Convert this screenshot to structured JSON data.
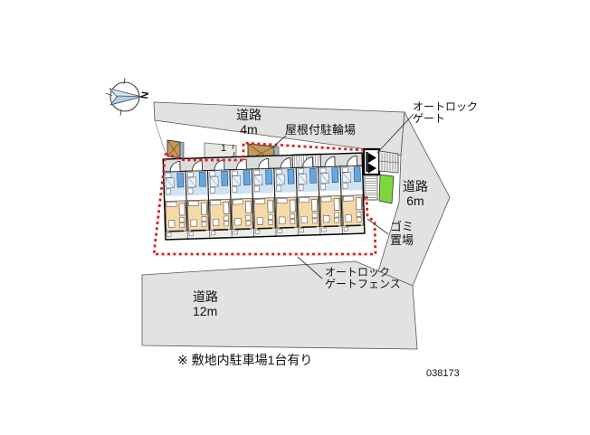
{
  "page": {
    "code": "038173",
    "note": "※ 敷地内駐車場1台有り"
  },
  "compass": {
    "north_label": "N"
  },
  "roads": {
    "top": {
      "label": "道路\n4m"
    },
    "right": {
      "label": "道路\n6m"
    },
    "bottom": {
      "label": "道路\n12m"
    }
  },
  "labels": {
    "bike_shelter": "屋根付駐輪場",
    "autolock_gate": "オートロック\nゲート",
    "trash_area": "ゴミ\n置場",
    "autolock_fence": "オートロック\nゲートフェンス",
    "parking_spot": "1"
  },
  "building": {
    "unit_count": 9
  },
  "colors": {
    "road_fill": "#e2e2e0",
    "outline": "#3a3a3a",
    "boundary_red": "#dd1f1f",
    "corridor": "#dcdcdc",
    "unit_blue_light": "#cfe2f2",
    "unit_blue_bright": "#62a8e0",
    "unit_bath": "#e8f2fa",
    "unit_tan": "#f6d9a8",
    "balcony": "#ecece8",
    "shelter_brown": "#c49a5c",
    "shelter_blue": "#9cb6c8",
    "green": "#7ed63e",
    "needle_blue": "#cfe6f4",
    "needle_blue2": "#aed0e6"
  }
}
